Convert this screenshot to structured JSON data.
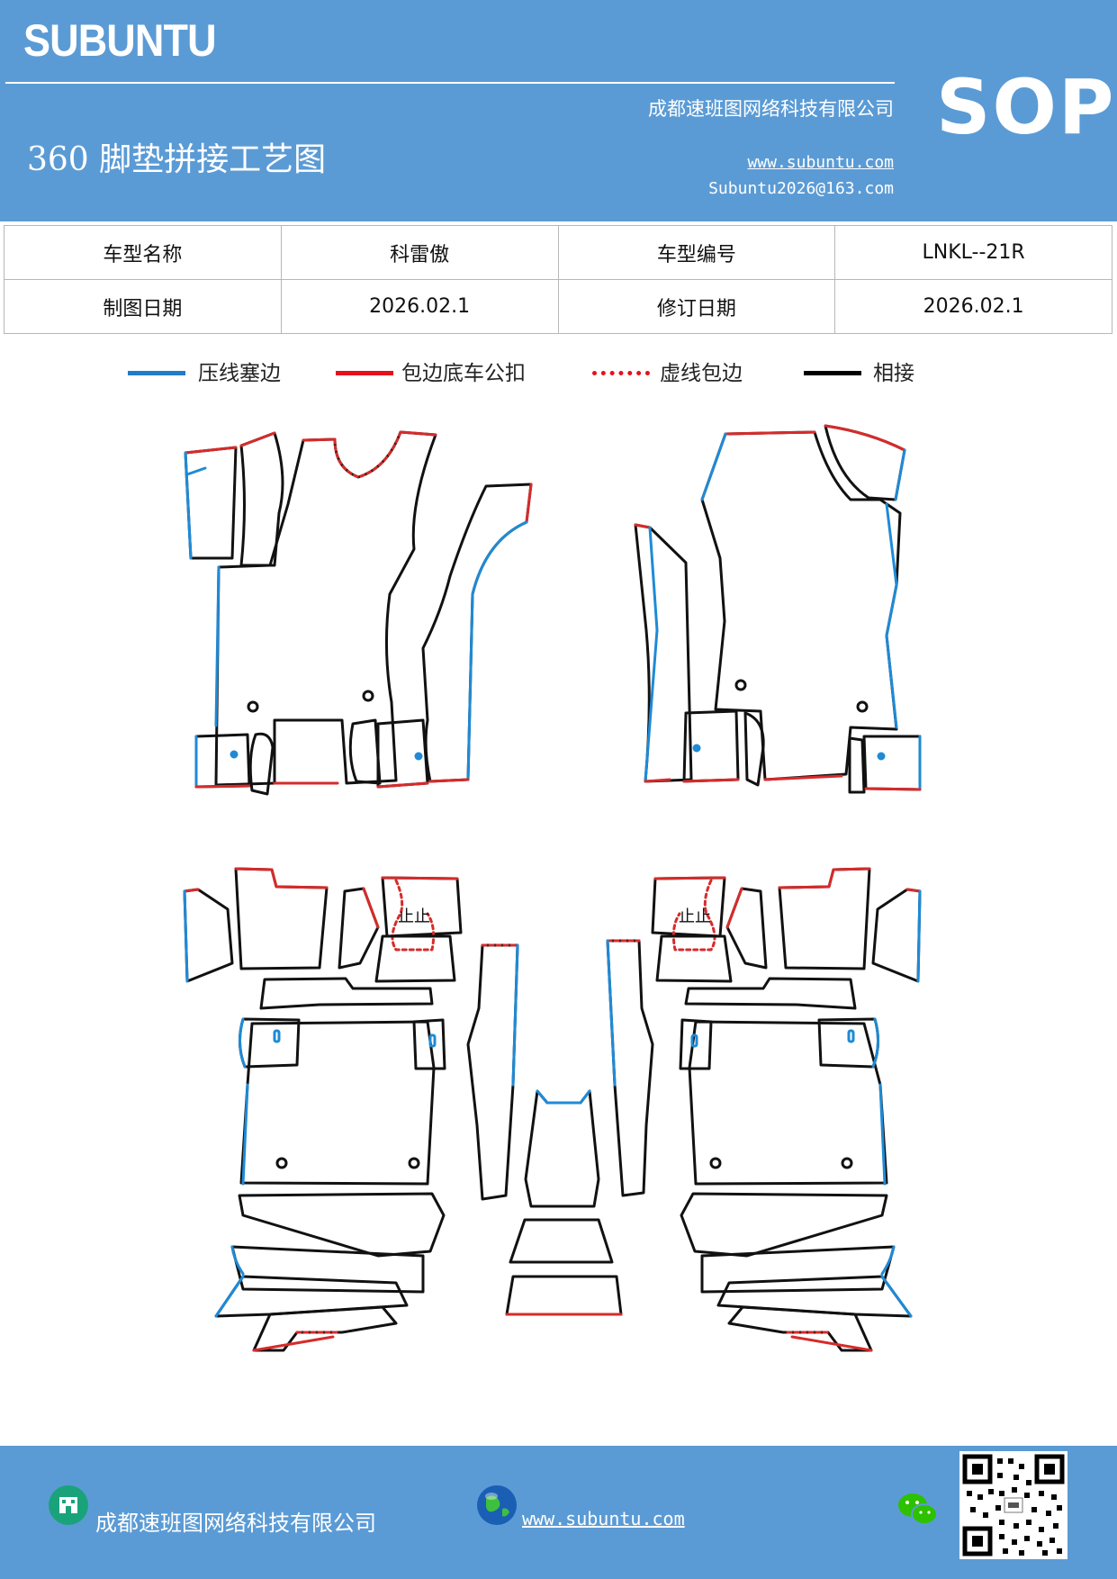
{
  "header": {
    "logo": "SUBUNTU",
    "badge": "SOP",
    "title": "360 脚垫拼接工艺图",
    "company": "成都速班图网络科技有限公司",
    "website": "www.subuntu.com",
    "email": "Subuntu2026@163.com"
  },
  "info_table": {
    "rows": [
      [
        "车型名称",
        "科雷傲",
        "车型编号",
        "LNKL--21R"
      ],
      [
        "制图日期",
        "2026.02.1",
        "修订日期",
        "2026.02.1"
      ]
    ]
  },
  "legend": [
    {
      "label": "压线塞边",
      "color": "#1f7cc9",
      "style": "solid"
    },
    {
      "label": "包边底车公扣",
      "color": "#e8101a",
      "style": "solid"
    },
    {
      "label": "虚线包边",
      "color": "#e8101a",
      "style": "dotted"
    },
    {
      "label": "相接",
      "color": "#000000",
      "style": "solid"
    }
  ],
  "colors": {
    "brand_blue": "#5b9bd5",
    "press": "#1f8ad6",
    "edge": "#d62b2b",
    "join": "#111111"
  },
  "footer": {
    "company": "成都速班图网络科技有限公司",
    "website": "www.subuntu.com",
    "icons": [
      "building-icon",
      "globe-icon",
      "wechat-icon",
      "qr-code-icon"
    ]
  }
}
